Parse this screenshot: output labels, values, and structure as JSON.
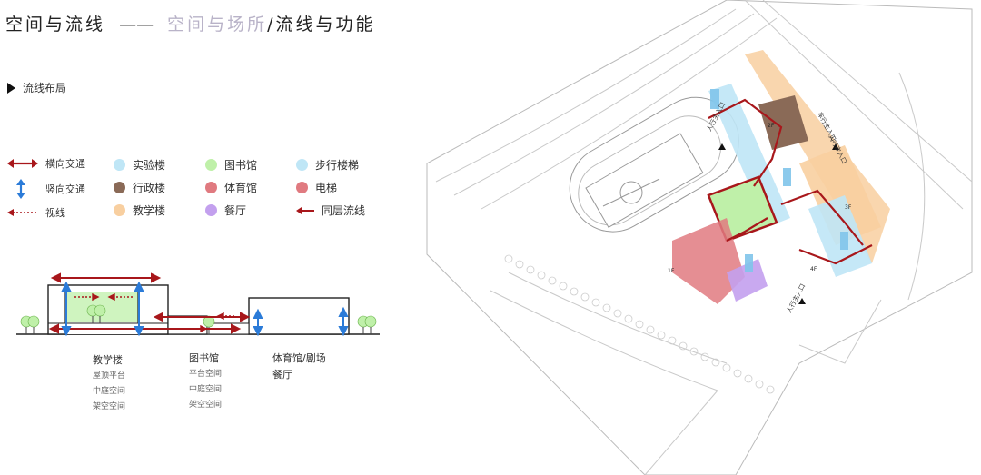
{
  "header": {
    "title_main": "空间与流线",
    "title_dash": "——",
    "title_sub_a": "空间与场所",
    "title_slash": "/",
    "title_sub_b": "流线与功能"
  },
  "section": {
    "label": "流线布局"
  },
  "legend": {
    "arrows": [
      {
        "label": "横向交通",
        "icon": "horizontal-double-arrow-icon",
        "color": "#a8171b"
      },
      {
        "label": "竖向交通",
        "icon": "vertical-double-arrow-icon",
        "color": "#2b7bd8"
      },
      {
        "label": "视线",
        "icon": "dotted-arrow-icon",
        "color": "#a8171b"
      }
    ],
    "col2": [
      {
        "label": "实验楼",
        "color": "#bfe6f6"
      },
      {
        "label": "行政楼",
        "color": "#8a6a57"
      },
      {
        "label": "教学楼",
        "color": "#f8cfa0"
      }
    ],
    "col3": [
      {
        "label": "图书馆",
        "color": "#bff0a9"
      },
      {
        "label": "体育馆",
        "color": "#e07a80"
      },
      {
        "label": "餐厅",
        "color": "#c3a0ee"
      }
    ],
    "col4": [
      {
        "label": "步行楼梯",
        "color": "#bfe6f6"
      },
      {
        "label": "电梯",
        "color": "#e07a80"
      },
      {
        "label": "同层流线",
        "color": "#a8171b"
      }
    ]
  },
  "section_diagram": {
    "groups": [
      {
        "title": "教学楼",
        "items": [
          "屋顶平台",
          "中庭空间",
          "架空空间"
        ]
      },
      {
        "title": "图书馆",
        "items": [
          "平台空间",
          "中庭空间",
          "架空空间"
        ]
      },
      {
        "title": "体育馆/剧场",
        "items": [
          "餐厅"
        ]
      }
    ]
  },
  "site_plan": {
    "entrance_labels": [
      "人行主入口",
      "人行次入口",
      "人行主入口",
      "车行主入口"
    ],
    "floor_labels": [
      "1F",
      "2F",
      "3F",
      "4F"
    ]
  },
  "colors": {
    "arrow_red": "#a8171b",
    "arrow_blue": "#2b7bd8",
    "library_green": "#bff0a9",
    "gym_pink": "#e07a80",
    "teaching_orange": "#f8cfa0",
    "lab_blue": "#bfe6f6",
    "admin_brown": "#8a6a57",
    "canteen_purple": "#c3a0ee"
  }
}
